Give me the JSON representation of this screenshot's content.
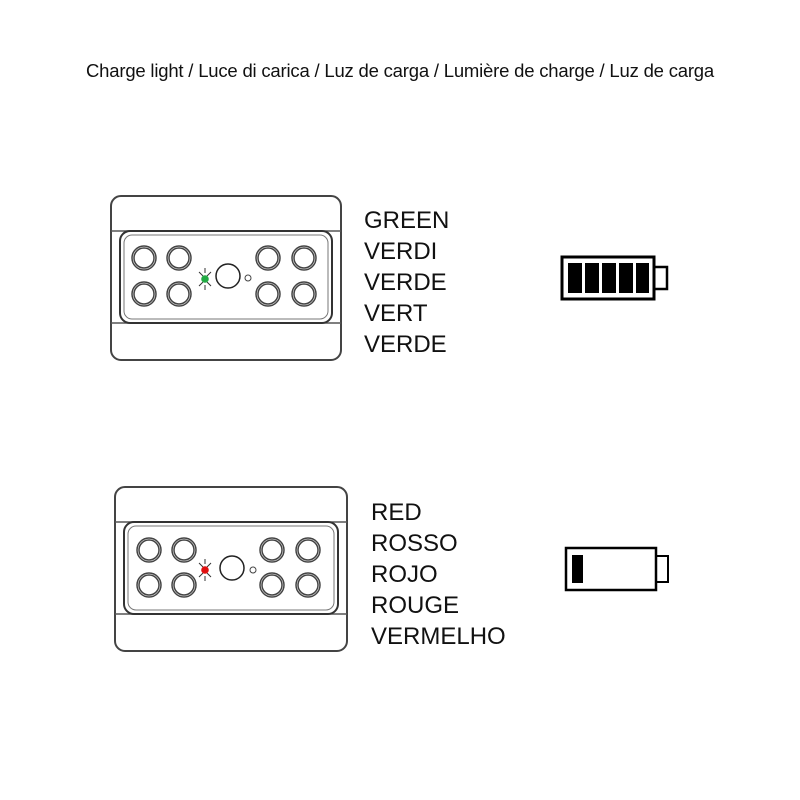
{
  "title": "Charge light / Luce di carica / Luz de carga / Lumière de charge / Luz de carga",
  "panels": [
    {
      "led_color": "#22aa44",
      "labels": [
        "GREEN",
        "VERDI",
        "VERDE",
        "VERT",
        "VERDE"
      ],
      "battery_bars": 5,
      "battery_state": "full"
    },
    {
      "led_color": "#e01010",
      "labels": [
        "RED",
        "ROSSO",
        "ROJO",
        "ROUGE",
        "VERMELHO"
      ],
      "battery_bars": 1,
      "battery_state": "low"
    }
  ]
}
